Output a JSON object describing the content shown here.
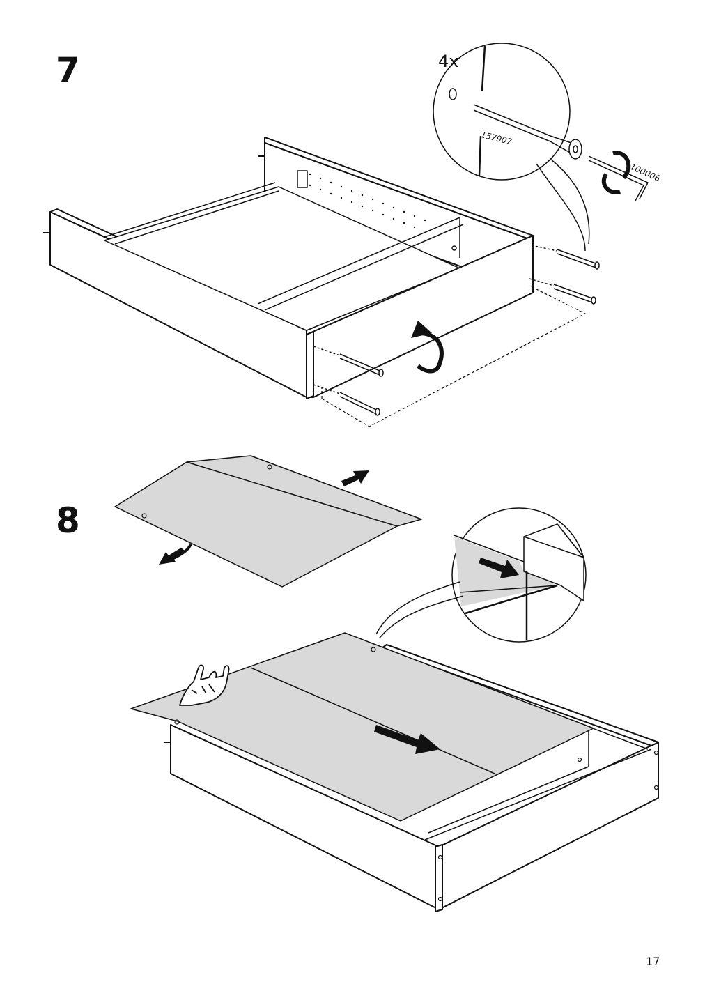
{
  "steps": [
    {
      "number": "7",
      "quantity": "4x",
      "part_numbers": [
        "157907",
        "100006"
      ]
    },
    {
      "number": "8"
    }
  ],
  "page_number": "17",
  "colors": {
    "line": "#111111",
    "panel_fill": "#d9d9d9",
    "background": "#ffffff"
  },
  "icons": [
    "rotate-arrow-icon",
    "push-arrow-icon",
    "hand-pointer-icon",
    "dowel-screw-icon",
    "allen-key-icon"
  ]
}
